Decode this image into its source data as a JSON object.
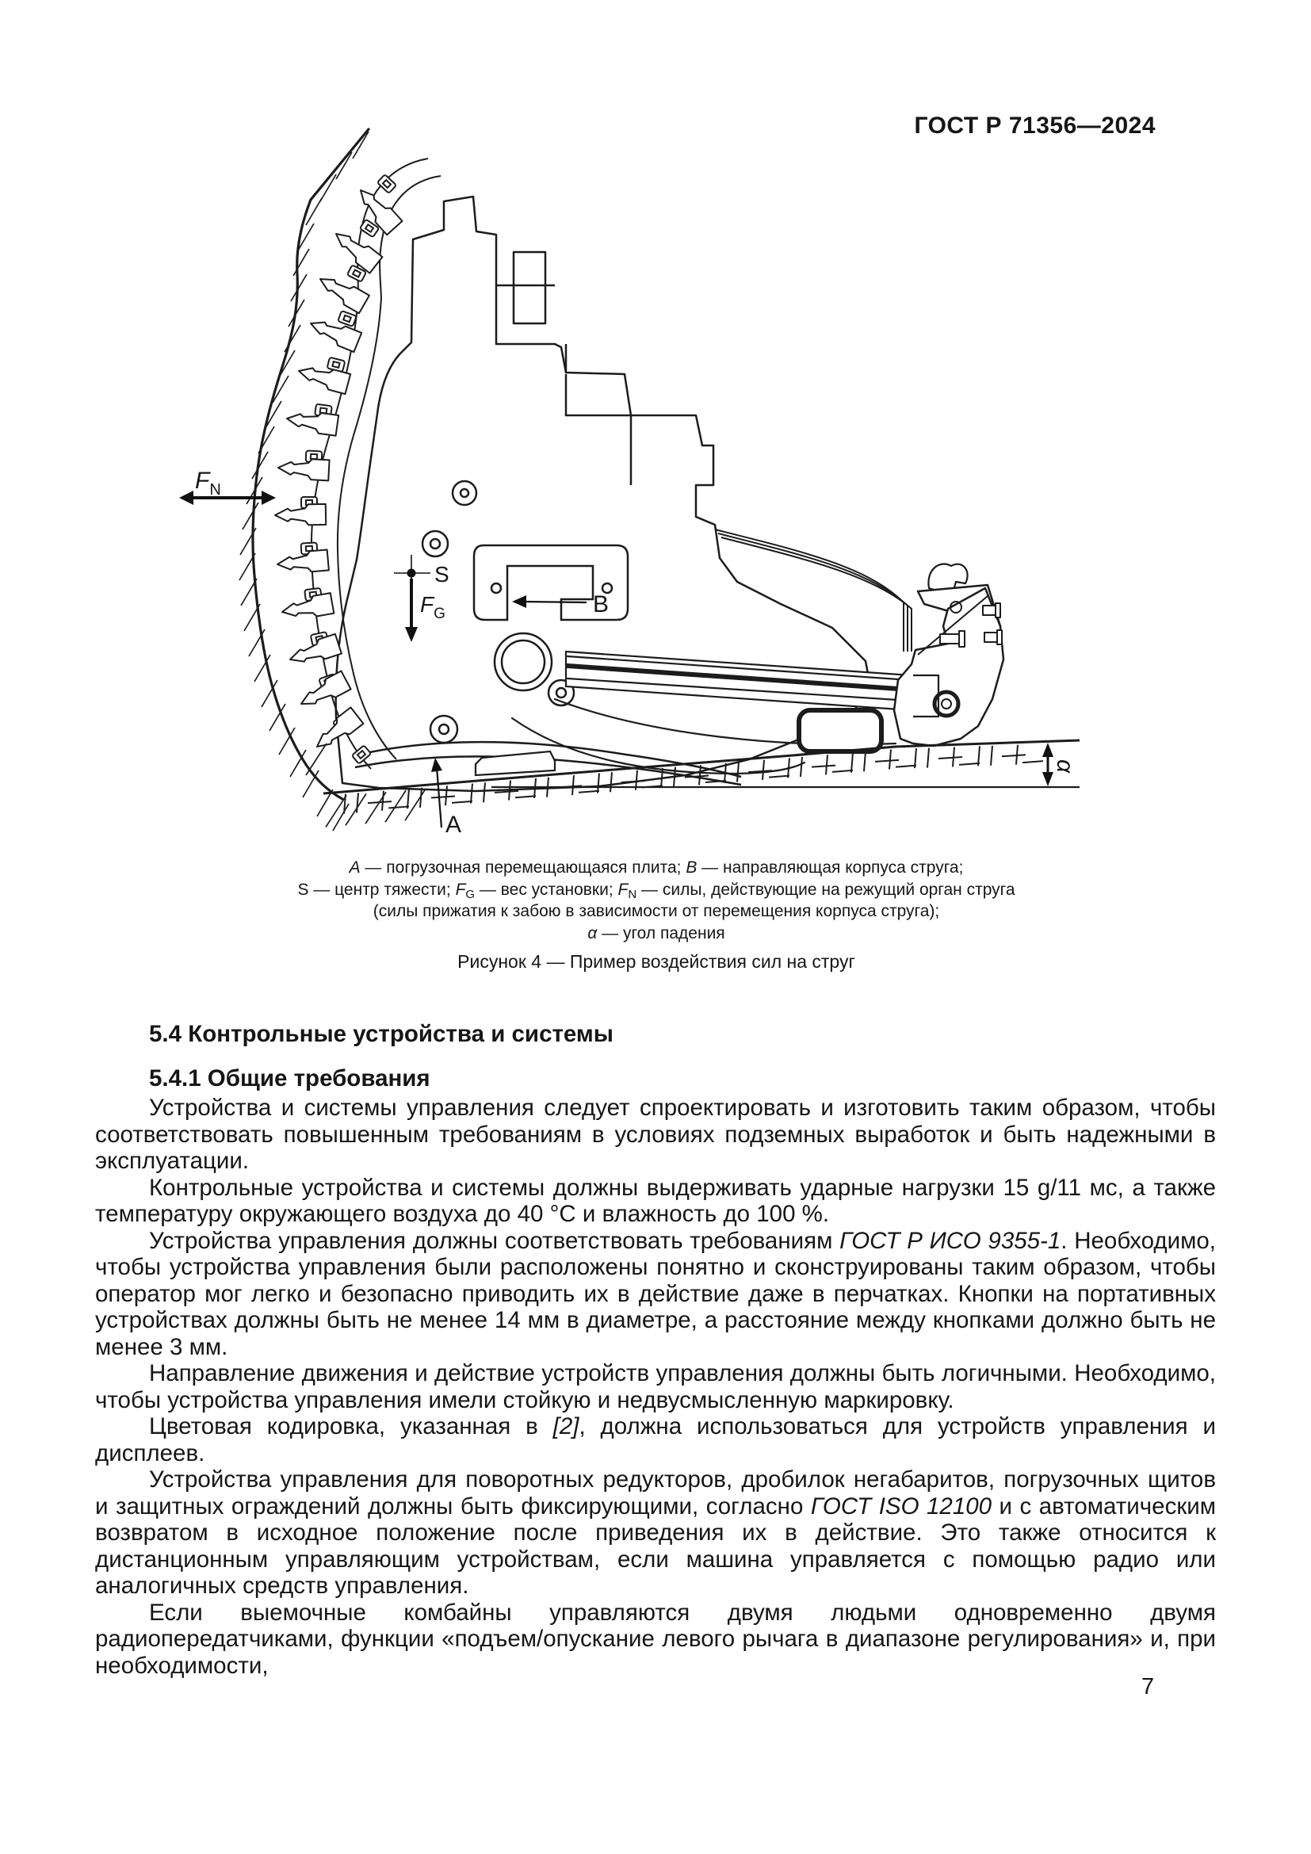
{
  "page": {
    "doc_number": "ГОСТ Р 71356—2024"
  },
  "figure": {
    "labels": {
      "f": "F",
      "n_sub": "N",
      "g_sub": "G",
      "s": "S",
      "a": "А",
      "b": "B",
      "alpha": "α"
    },
    "caption": {
      "l1_a": "А",
      "l1_t1": " — погрузочная перемещающаяся плита; ",
      "l1_b": "В",
      "l1_t2": " — направляющая корпуса струга;",
      "l2_s": "S",
      "l2_t1": " — центр тяжести; ",
      "l2_f1": "F",
      "l2_f1_sub": "G",
      "l2_t2": " — вес установки; ",
      "l2_f2": "F",
      "l2_f2_sub": "N",
      "l2_t3": " — силы, действующие на режущий орган струга",
      "l3": "(силы прижатия к забою в зависимости от перемещения корпуса струга);",
      "l4_sym": "α",
      "l4_t": " — угол падения",
      "title": "Рисунок 4 — Пример воздействия сил на струг"
    }
  },
  "section": {
    "h1": "5.4 Контрольные устройства и системы",
    "h2": "5.4.1 Общие требования",
    "p1": "Устройства и системы управления следует спроектировать и изготовить таким образом, чтобы соответствовать повышенным требованиям в условиях подземных выработок и быть надежными в эксплуатации.",
    "p2": "Контрольные устройства и системы должны выдерживать ударные нагрузки 15 g/11 мс, а также температуру окружающего воздуха до 40 °С и влажность до 100 %.",
    "p3_t1": "Устройства управления должны соответствовать требованиям ",
    "p3_ref": "ГОСТ Р ИСО 9355-1",
    "p3_t2": ". Необходимо, чтобы устройства управления были расположены понятно и сконструированы таким образом, чтобы оператор мог легко и безопасно приводить их в действие даже в перчатках. Кнопки на портативных устройствах должны быть не менее 14 мм в диаметре, а расстояние между кнопками должно быть не менее 3 мм.",
    "p4": "Направление движения и действие устройств управления должны быть логичными. Необходимо, чтобы устройства управления имели стойкую и недвусмысленную маркировку.",
    "p5_t1": "Цветовая кодировка, указанная в ",
    "p5_ref": "[2]",
    "p5_t2": ", должна использоваться для устройств управления и дисплеев.",
    "p6_t1": "Устройства управления для поворотных редукторов, дробилок негабаритов, погрузочных щитов и защитных ограждений должны быть фиксирующими, согласно ",
    "p6_ref": "ГОСТ ISO 12100",
    "p6_t2": " и с автоматическим возвратом в исходное положение после приведения их в действие. Это также относится к дистанционным управляющим устройствам, если машина управляется с помощью радио или аналогичных средств управления.",
    "p7": "Если выемочные комбайны управляются двумя людьми одновременно двумя радиопередатчиками, функции «подъем/опускание левого рычага в диапазоне регулирования» и, при необходимости,"
  },
  "footer": {
    "page_number": "7"
  }
}
